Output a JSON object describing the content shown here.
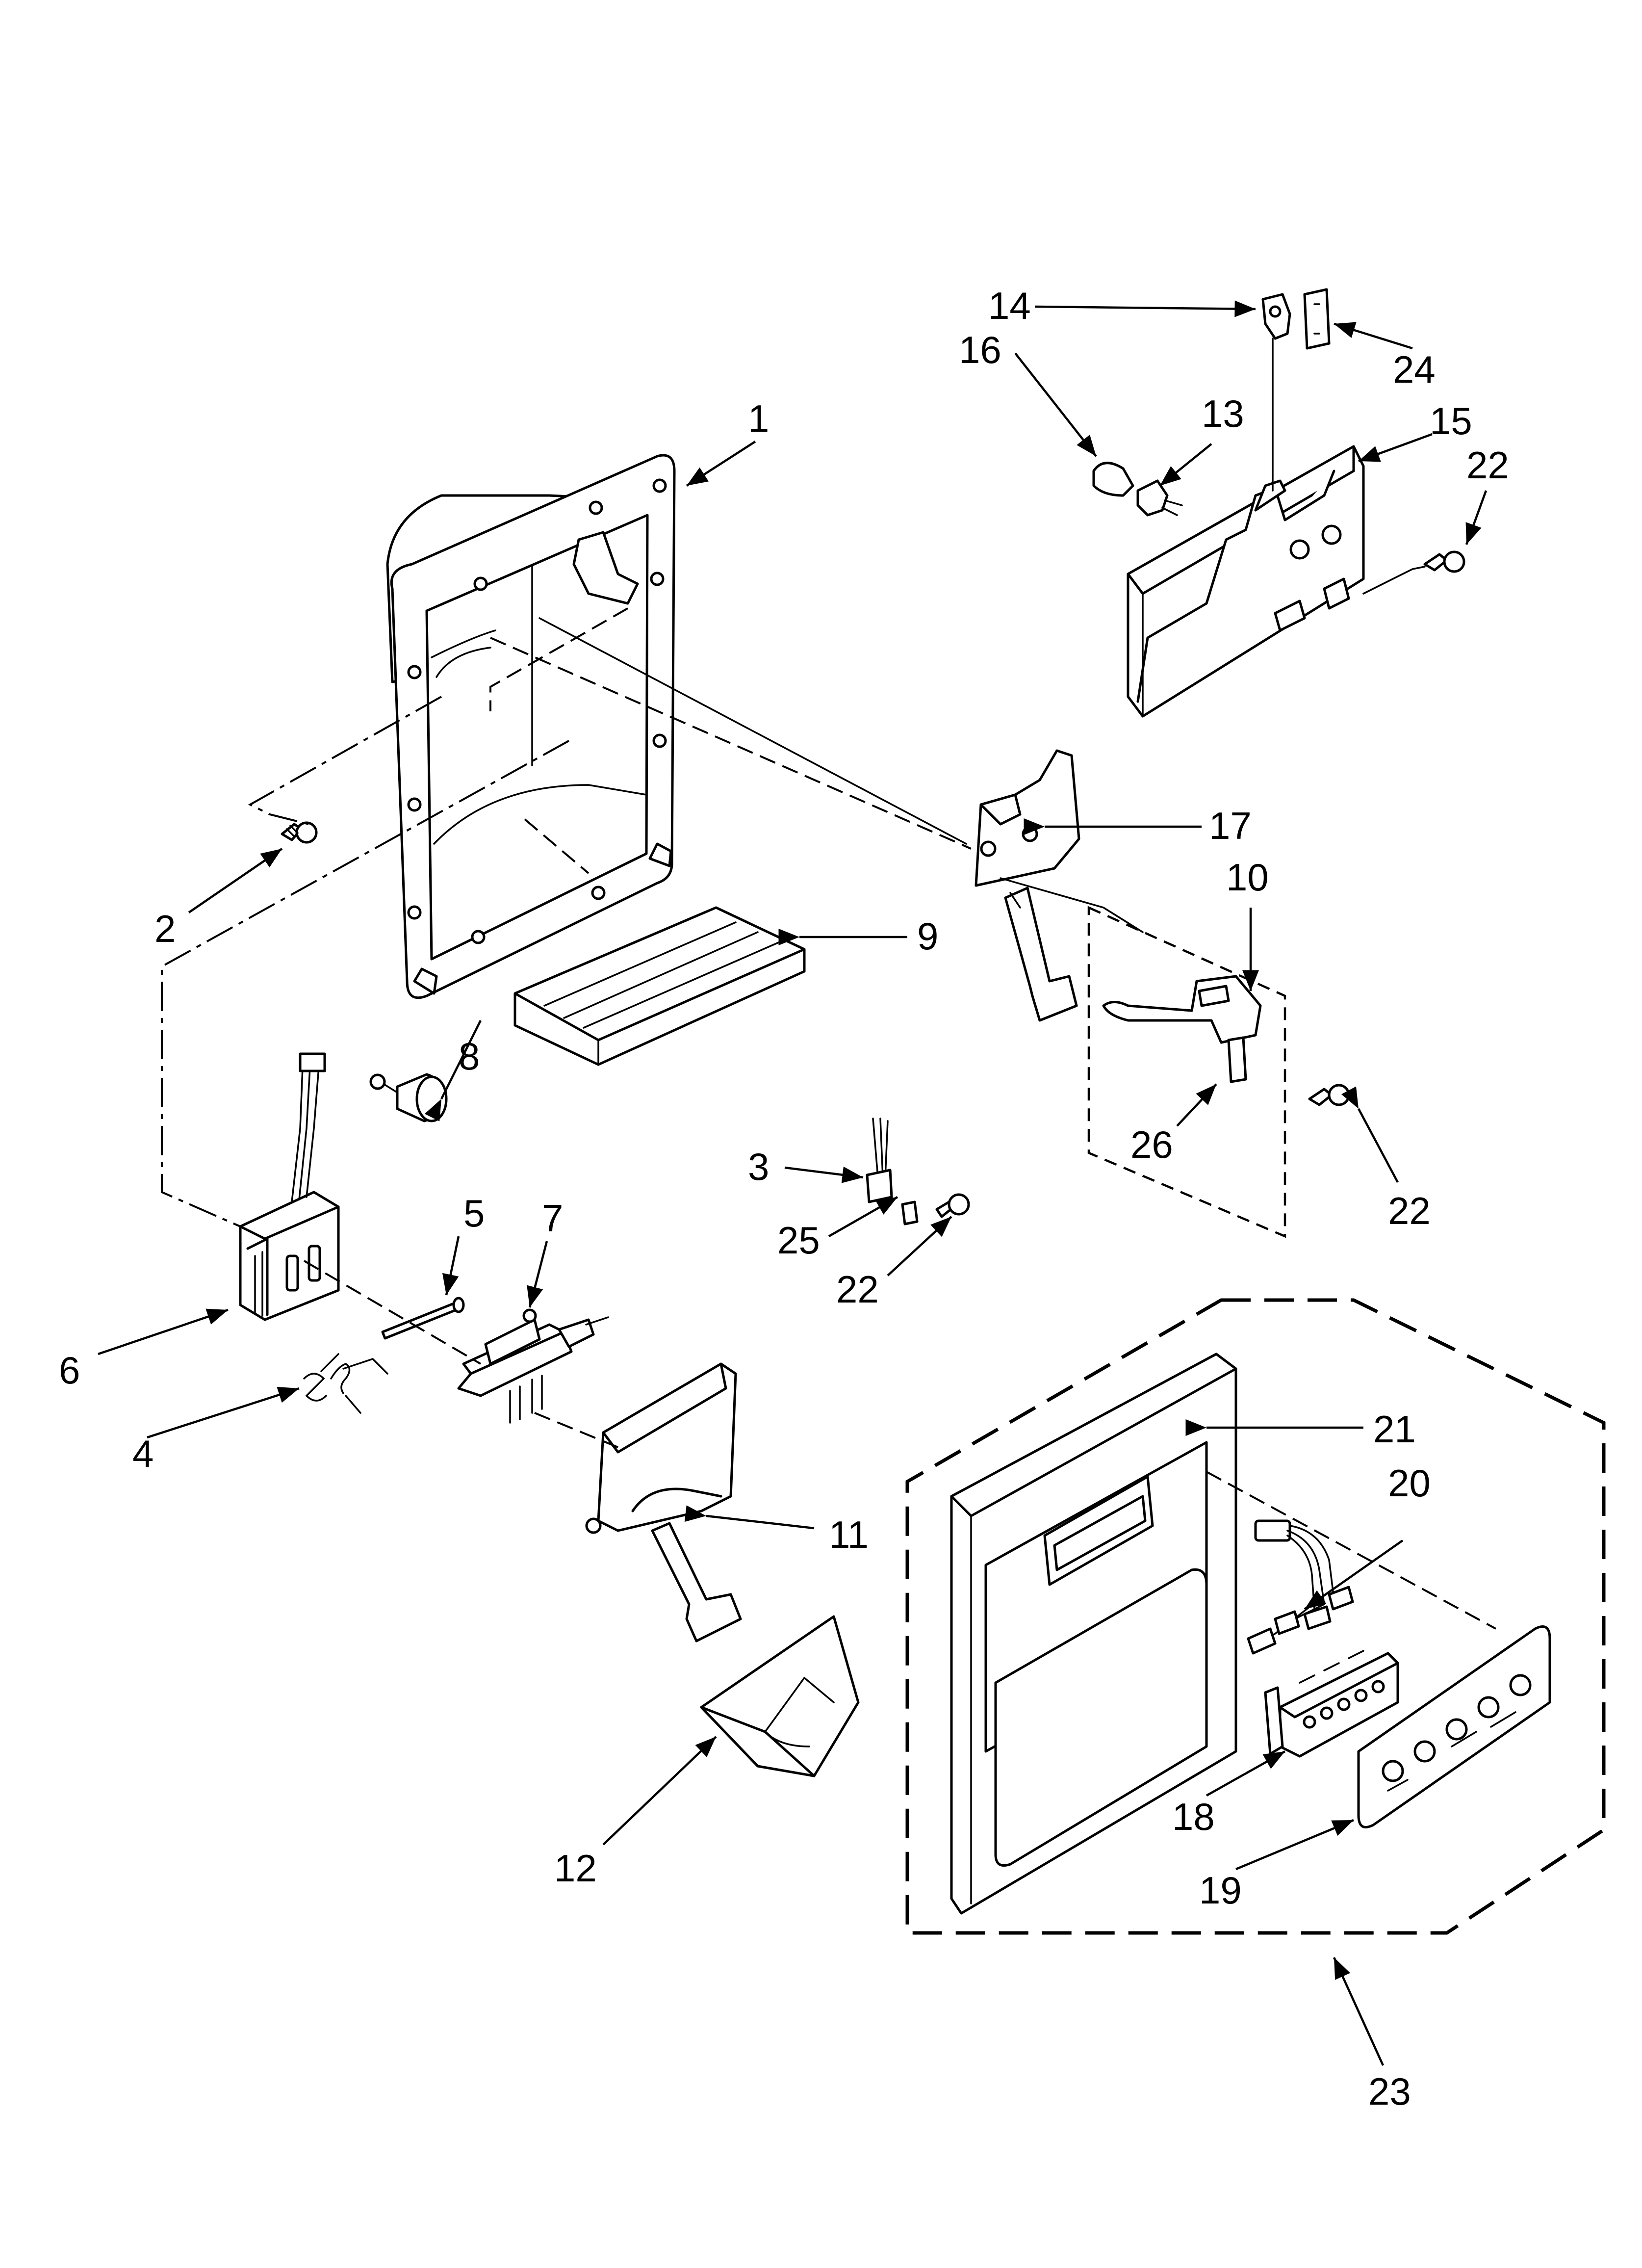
{
  "diagram": {
    "callouts": {
      "c1": "1",
      "c2": "2",
      "c3": "3",
      "c4": "4",
      "c5": "5",
      "c6": "6",
      "c7": "7",
      "c8": "8",
      "c9": "9",
      "c10": "10",
      "c11": "11",
      "c12": "12",
      "c13": "13",
      "c14": "14",
      "c15": "15",
      "c16": "16",
      "c17": "17",
      "c18": "18",
      "c19": "19",
      "c20": "20",
      "c21": "21",
      "c22a": "22",
      "c22b": "22",
      "c22c": "22",
      "c23": "23",
      "c24": "24",
      "c25": "25",
      "c26": "26"
    }
  }
}
